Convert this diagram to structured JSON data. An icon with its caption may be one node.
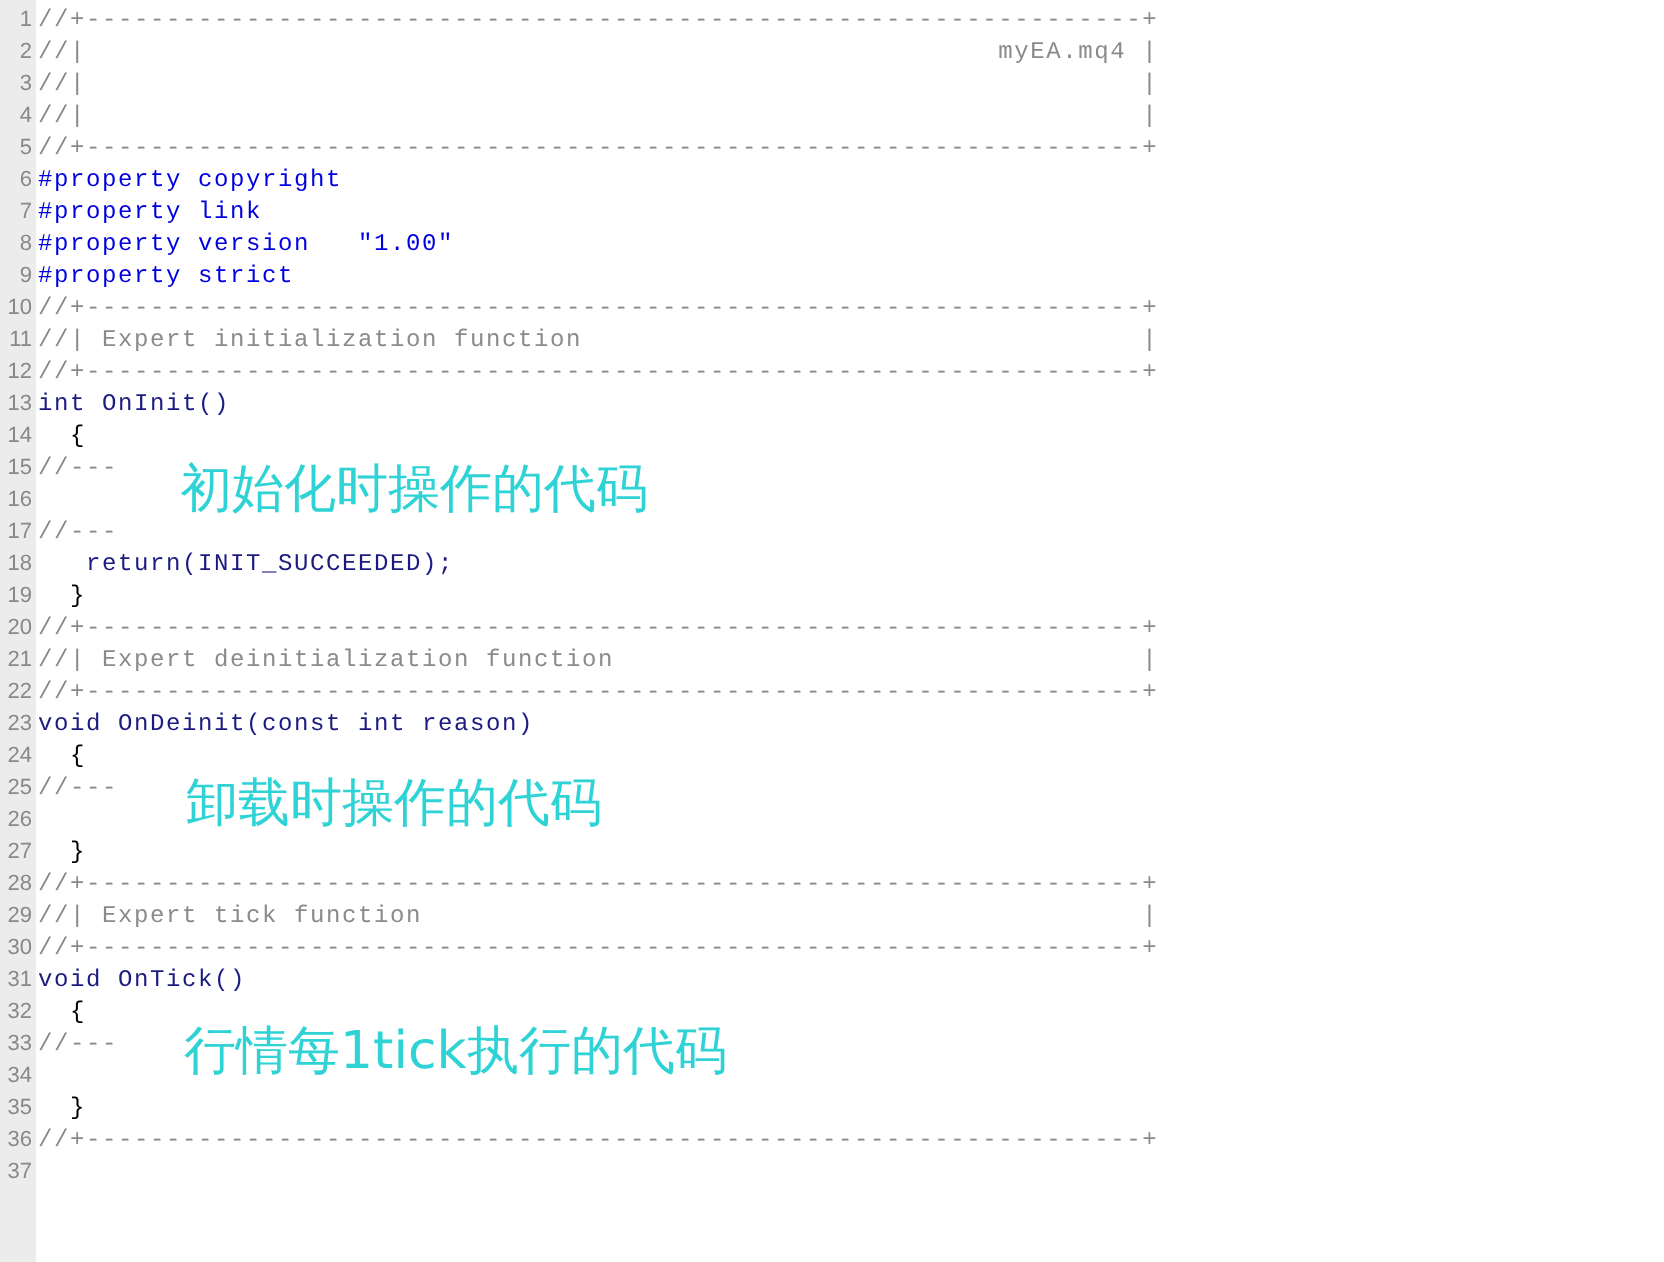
{
  "diagram": {
    "labels": [
      "1",
      "//+------------------------------------------------------------------+",
      "2",
      "//|                                                         myEA.mq4 |",
      "3",
      "//|                                                                  |",
      "4",
      "//|                                                                  |",
      "5",
      "//+------------------------------------------------------------------+",
      "6",
      "#property copyright",
      "7",
      "#property link",
      "8",
      "#property version   \"1.00\"",
      "9",
      "#property strict",
      "10",
      "//+------------------------------------------------------------------+",
      "11",
      "//| Expert initialization function                                   |",
      "12",
      "//+------------------------------------------------------------------+",
      "13",
      "int OnInit()",
      "14",
      "  {",
      "15",
      "//---",
      "初始化时操作的代码",
      "16",
      "17",
      "//---",
      "18",
      "   return(INIT_SUCCEEDED);",
      "19",
      "  }",
      "20",
      "//+------------------------------------------------------------------+",
      "21",
      "//| Expert deinitialization function                                 |",
      "22",
      "//+------------------------------------------------------------------+",
      "23",
      "void OnDeinit(const int reason)",
      "24",
      "  {",
      "25",
      "//---",
      "卸载时操作的代码",
      "26",
      "27",
      "  }",
      "28",
      "//+------------------------------------------------------------------+",
      "29",
      "//| Expert tick function                                             |",
      "30",
      "//+------------------------------------------------------------------+",
      "31",
      "void OnTick()",
      "32",
      "  {",
      "33",
      "//---",
      "行情每1tick执行的代码",
      "34",
      "35",
      "  }",
      "36",
      "//+------------------------------------------------------------------+",
      "37"
    ]
  }
}
